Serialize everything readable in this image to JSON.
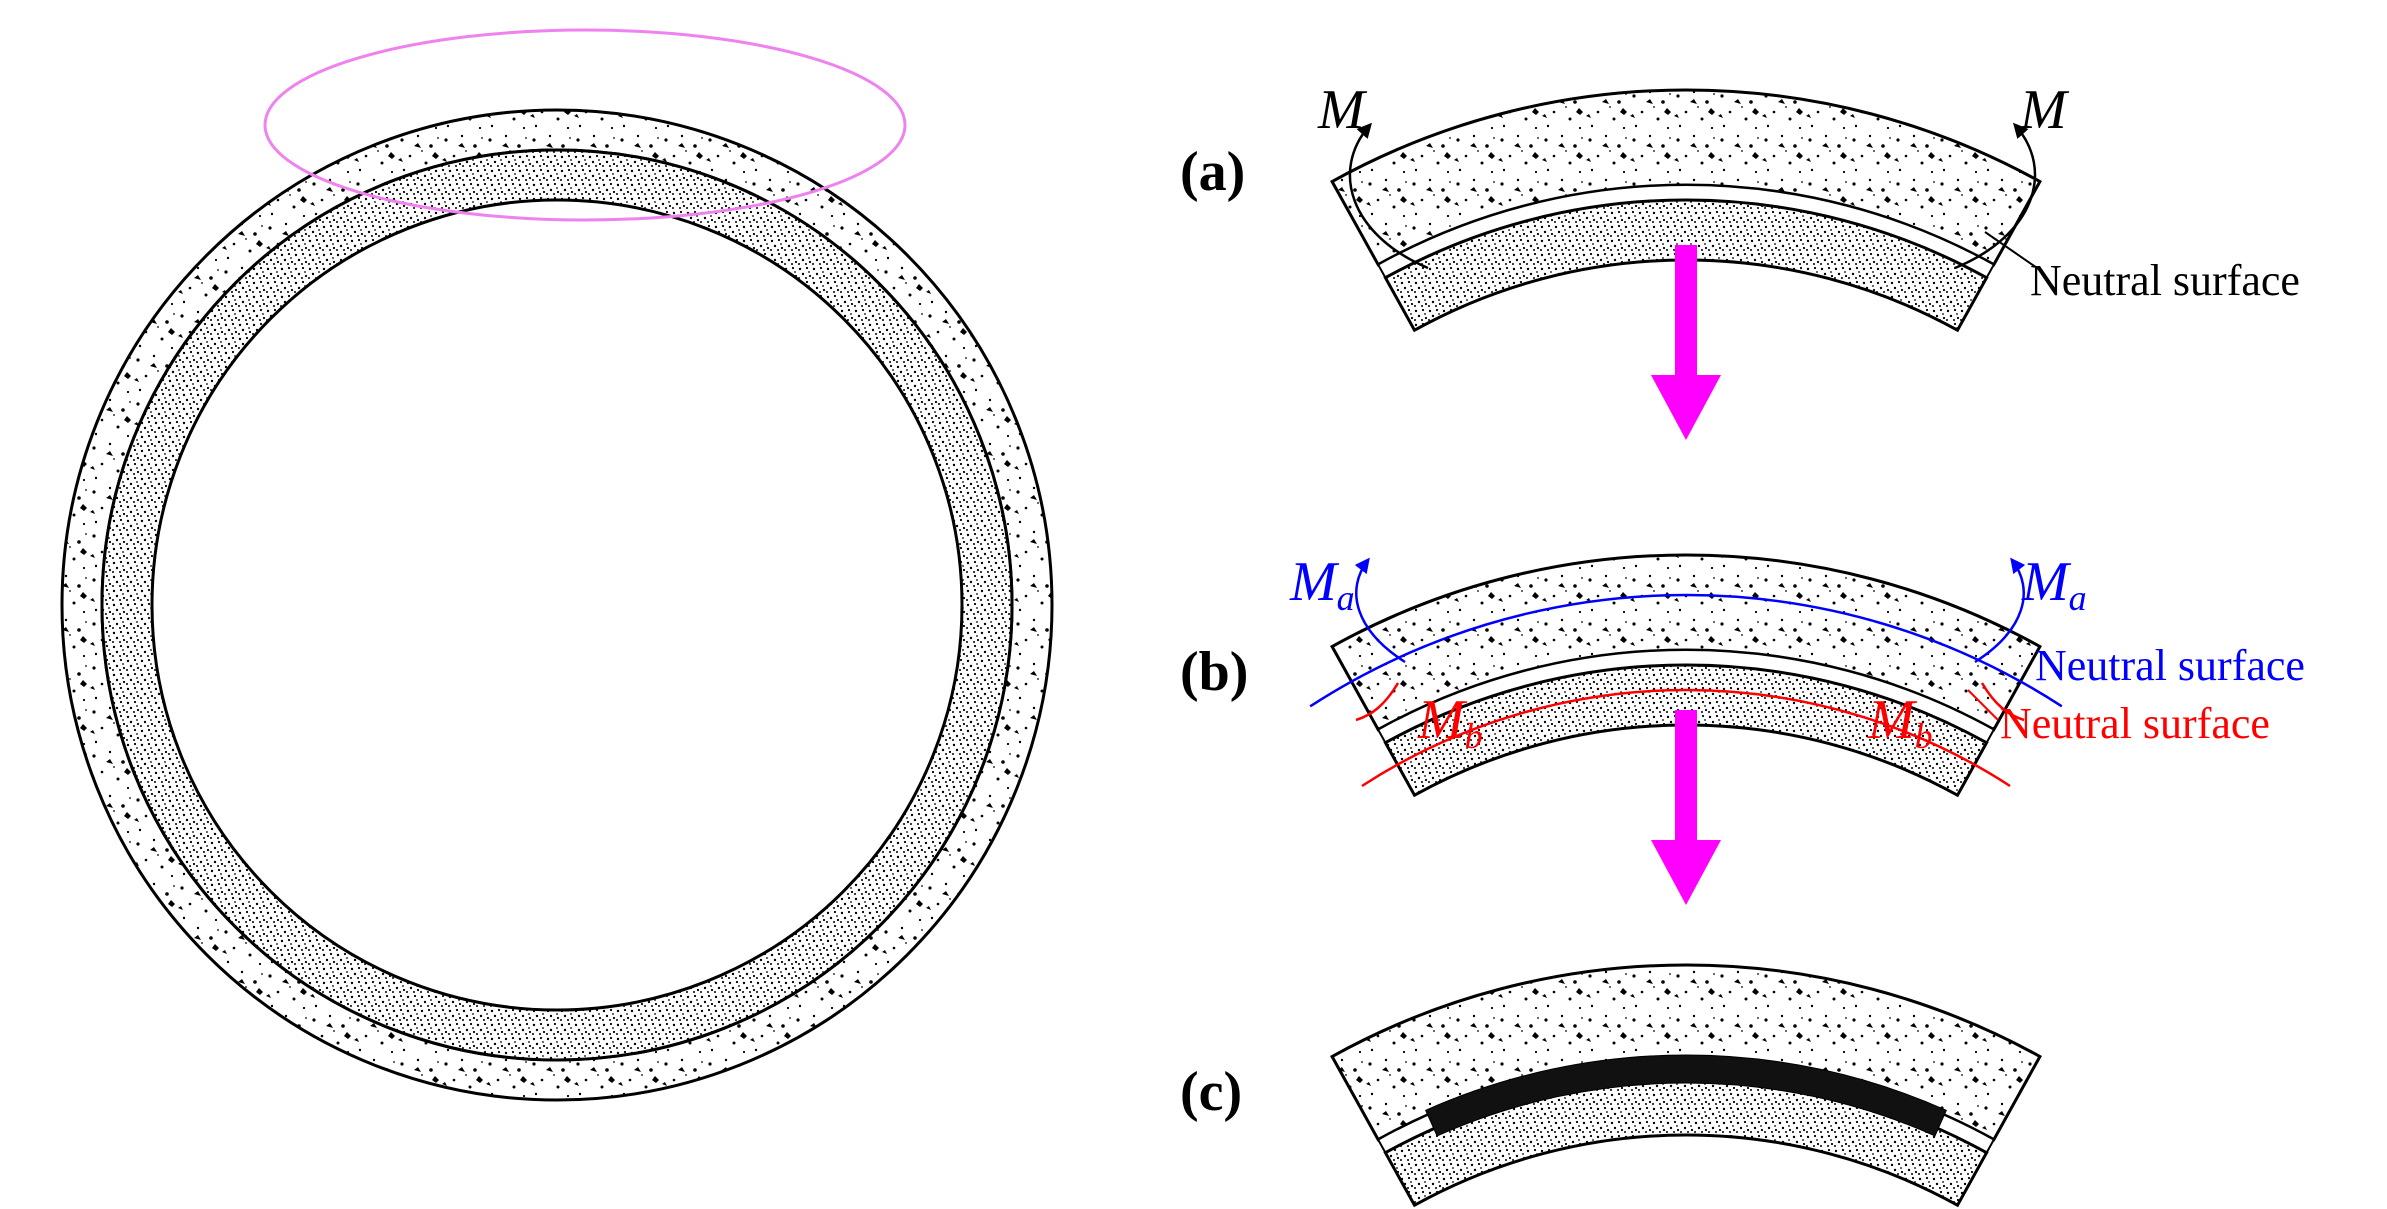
{
  "panels": [
    {
      "label": "(a)"
    },
    {
      "label": "(b)"
    },
    {
      "label": "(c)"
    }
  ],
  "moments": {
    "a_left": "M",
    "a_right": "M",
    "b_top_left": "M",
    "b_top_left_sub": "a",
    "b_top_right": "M",
    "b_top_right_sub": "a",
    "b_bot_left": "M",
    "b_bot_left_sub": "b",
    "b_bot_right": "M",
    "b_bot_right_sub": "b"
  },
  "annotations": {
    "a_neutral": "Neutral surface",
    "b_neutral_blue": "Neutral surface",
    "b_neutral_red": "Neutral surface"
  },
  "colors": {
    "arrow": "#ff00ff",
    "highlight_ellipse": "#ee82ee",
    "neutral_blue": "#0000ff",
    "neutral_red": "#ff0000",
    "outline": "#000000",
    "debond_fill": "#111111"
  },
  "icons": {
    "down_arrow": "magenta-down-arrow-icon",
    "moment_arrow": "curved-moment-arrow-icon"
  }
}
